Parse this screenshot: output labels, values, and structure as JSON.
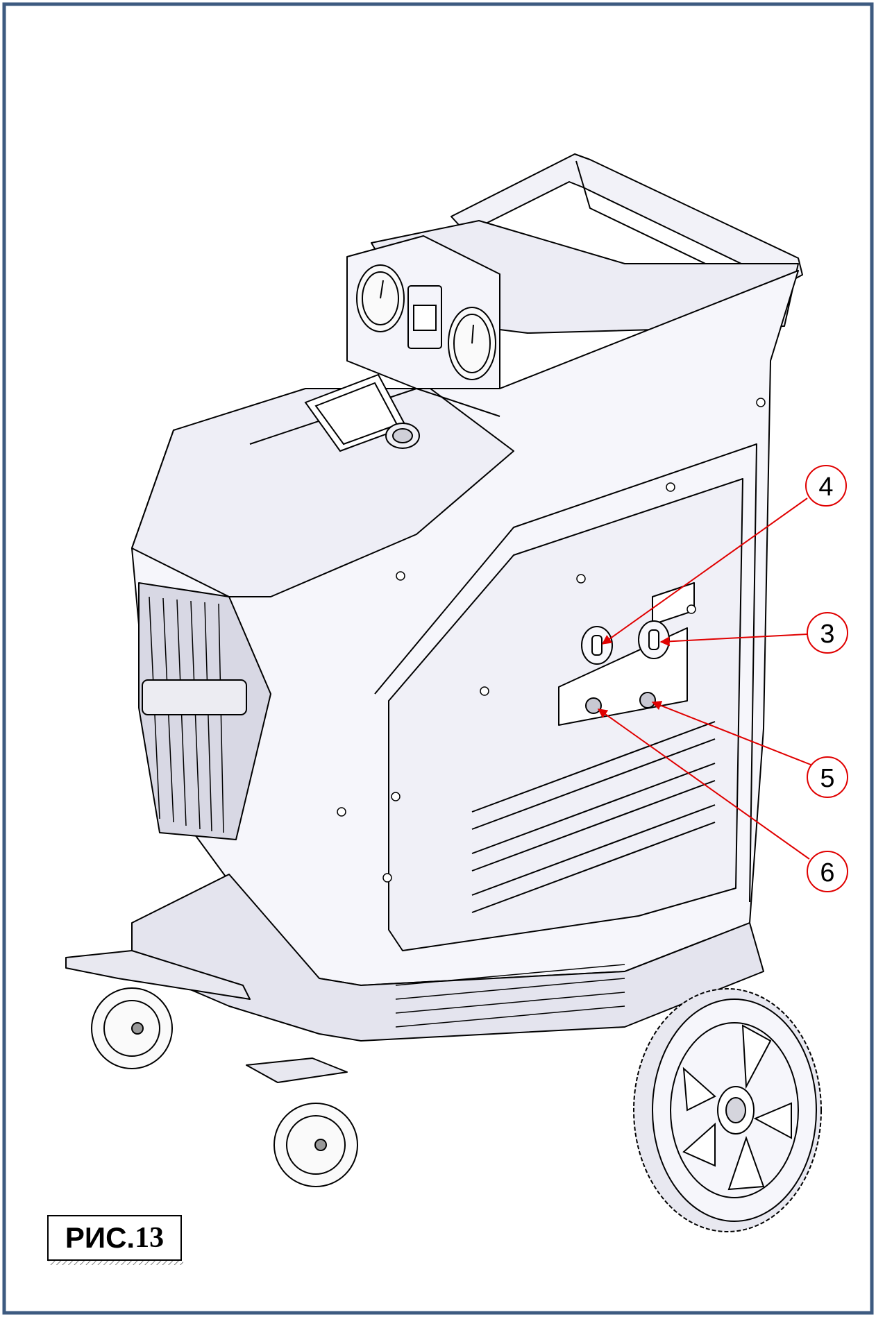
{
  "figure": {
    "label_prefix": "РИС.",
    "label_number": "13"
  },
  "callouts": [
    {
      "id": "c4",
      "label": "4"
    },
    {
      "id": "c3",
      "label": "3"
    },
    {
      "id": "c5",
      "label": "5"
    },
    {
      "id": "c6",
      "label": "6"
    }
  ],
  "colors": {
    "frame": "#3d5a80",
    "callout": "#e00000",
    "outline": "#000000",
    "fill": "#f2f2f8"
  }
}
